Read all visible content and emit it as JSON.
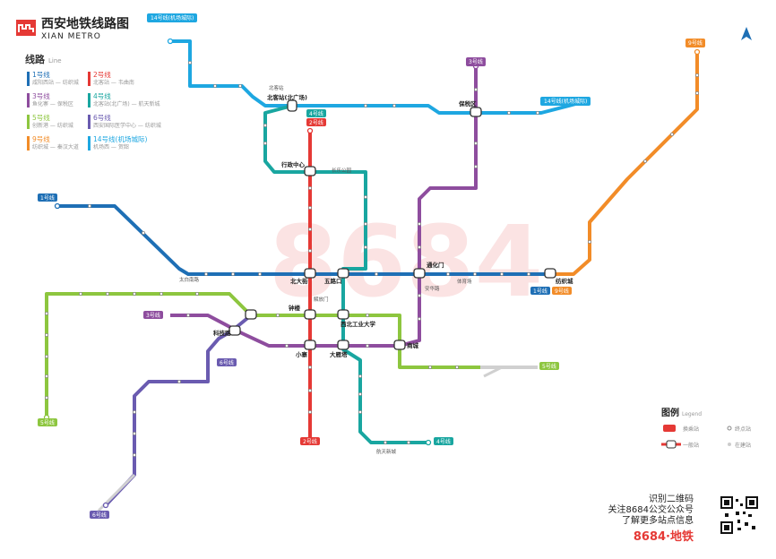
{
  "header": {
    "title_cn": "西安地铁线路图",
    "title_en": "XIAN METRO"
  },
  "lines_heading": {
    "label": "线路",
    "sub": "Line"
  },
  "legend_lines": [
    {
      "name": "1号线",
      "desc": "咸阳西站 — 纺织城",
      "color": "#1e6fb5"
    },
    {
      "name": "2号线",
      "desc": "北客站 — 韦曲南",
      "color": "#e53935"
    },
    {
      "name": "3号线",
      "desc": "鱼化寨 — 保税区",
      "color": "#8e4d9e"
    },
    {
      "name": "4号线",
      "desc": "北客站(北广场) — 航天新城",
      "color": "#19a6a0"
    },
    {
      "name": "5号线",
      "desc": "创新港 — 纺织城",
      "color": "#8dc63f"
    },
    {
      "name": "6号线",
      "desc": "西安国际医学中心 — 纺织城",
      "color": "#6a5bb0"
    },
    {
      "name": "9号线",
      "desc": "纺织城 — 秦汉大道",
      "color": "#f28c28"
    },
    {
      "name": "14号线(机场城际)",
      "desc": "机场西 — 贺韶",
      "color": "#1ea7e1"
    }
  ],
  "line_tags": {
    "l14_top": "14号线(机场城际)",
    "l14_right": "14号线(机场城际)",
    "l9_top": "9号线",
    "l3_top": "3号线",
    "l4_top": "4号线",
    "l2_top": "2号线",
    "l1_left": "1号线",
    "l3_left": "3号线",
    "l6_mid": "6号线",
    "l5_left": "5号线",
    "l1_right": "1号线",
    "l9_right": "9号线",
    "l5_right": "5号线",
    "l4_bottom": "4号线",
    "l2_bottom": "2号线",
    "l6_bottom": "6号线"
  },
  "stations": {
    "beikezhan": "北客站(北广场)",
    "beikezhan2": "北客站",
    "xingzheng": "行政中心",
    "baoshuiqu": "保税区",
    "beidajie": "北大街",
    "wulukou": "五路口",
    "tonghuamen": "通化门",
    "fangzhicheng": "纺织城",
    "zhonglou": "钟楼",
    "tiyuchang": "体育场",
    "xiaozhai": "小寨",
    "dayanta": "大雁塔",
    "keji": "科技路",
    "tanghu": "太白南路",
    "shangcheng": "商城",
    "xiangmu": "西北工业大学",
    "changle": "长乐公园",
    "jiefang": "解放门",
    "anhua": "安华路",
    "hangtian": "航天新城"
  },
  "legend_box": {
    "title": "图例",
    "sub": "Legend",
    "items": [
      "换乘站",
      "一般站",
      "终点站",
      "在建站"
    ]
  },
  "promo": {
    "line1": "识别二维码",
    "line2": "关注8684公交公众号",
    "line3": "了解更多站点信息",
    "brand": "8684·地铁"
  },
  "icons": {
    "north": "north-arrow-icon",
    "logo": "metro-logo-icon",
    "qr": "qr-code-icon"
  }
}
